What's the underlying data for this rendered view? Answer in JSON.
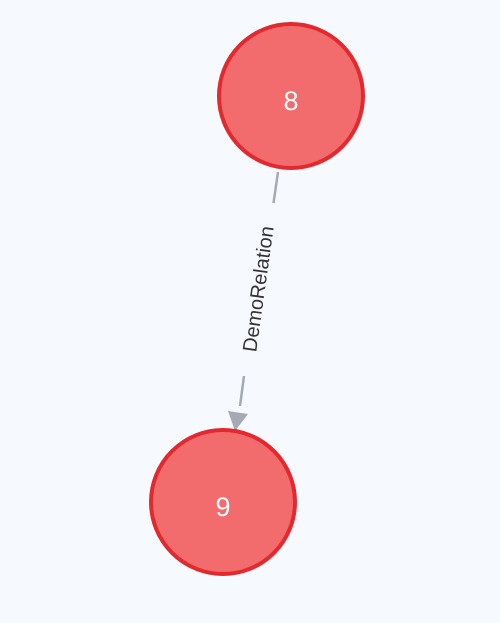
{
  "graph": {
    "nodes": [
      {
        "id": "node-8",
        "label": "8"
      },
      {
        "id": "node-9",
        "label": "9"
      }
    ],
    "edges": [
      {
        "from": "node-8",
        "to": "node-9",
        "label": "DemoRelation"
      }
    ]
  },
  "colors": {
    "background": "#f6fafe",
    "node_fill": "#f26b6d",
    "node_stroke": "#e3292d",
    "edge": "#a5a9b5",
    "edge_label": "#333333",
    "node_label": "#ffffff"
  }
}
